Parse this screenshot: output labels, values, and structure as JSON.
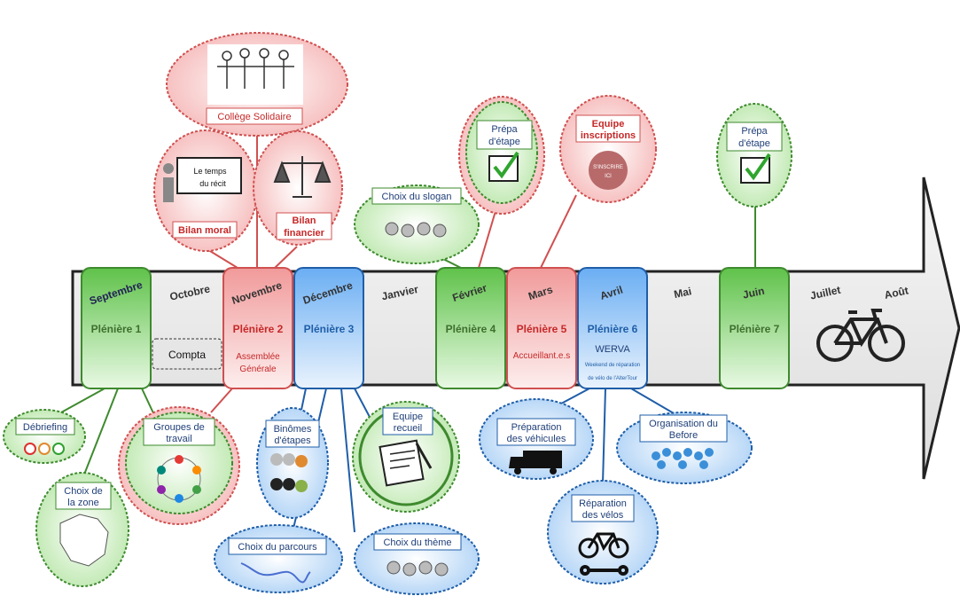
{
  "months": {
    "sep": "Septembre",
    "oct": "Octobre",
    "nov": "Novembre",
    "dec": "Décembre",
    "jan": "Janvier",
    "feb": "Février",
    "mar": "Mars",
    "apr": "Avril",
    "may": "Mai",
    "jun": "Juin",
    "jul": "Juillet",
    "aug": "Août"
  },
  "plenieres": {
    "p1": "Plénière 1",
    "p2": "Plénière 2",
    "p3": "Plénière 3",
    "p4": "Plénière 4",
    "p5": "Plénière 5",
    "p6": "Plénière 6",
    "p7": "Plénière 7"
  },
  "sublabels": {
    "compta": "Compta",
    "ag_line1": "Assemblée",
    "ag_line2": "Générale",
    "accueil": "Accueillant.e.s",
    "werva": "WERVA",
    "werva_desc1": "Weekend de réparation",
    "werva_desc2": "de vélo de l'AlterTour"
  },
  "bubbles": {
    "college": "Collège Solidaire",
    "bilan_moral": "Bilan moral",
    "bilan_fin1": "Bilan",
    "bilan_fin2": "financier",
    "board1": "Le temps",
    "board2": "du récit",
    "slogan": "Choix du slogan",
    "prepa_feb1": "Prépa",
    "prepa_feb2": "d'étape",
    "equipe_insc1": "Equipe",
    "equipe_insc2": "inscriptions",
    "inscrire1": "S'INSCRIRE",
    "inscrire2": "ICI",
    "prepa_jun1": "Prépa",
    "prepa_jun2": "d'étape",
    "debriefing": "Débriefing",
    "choix_zone1": "Choix de",
    "choix_zone2": "la zone",
    "groupes1": "Groupes de",
    "groupes2": "travail",
    "binomes1": "Binômes",
    "binomes2": "d'étapes",
    "equipe_rec1": "Equipe",
    "equipe_rec2": "recueil",
    "parcours": "Choix du parcours",
    "theme": "Choix du thème",
    "prep_veh1": "Préparation",
    "prep_veh2": "des véhicules",
    "rep_velos1": "Réparation",
    "rep_velos2": "des vélos",
    "org_before1": "Organisation du",
    "org_before2": "Before"
  },
  "colors": {
    "green": "#7fd36b",
    "green_dark": "#3e8a2e",
    "red": "#f4a6a6",
    "red_dark": "#d05050",
    "blue": "#8ec1f5",
    "blue_dark": "#1f5ea8",
    "arrow": "#ececec"
  },
  "icons": [
    "people-icon",
    "teacher-board-icon",
    "balance-scale-icon",
    "checkmark-icon",
    "smiley-faces-icon",
    "france-map-icon",
    "team-circle-icon",
    "figures-icon",
    "notepad-icon",
    "route-map-icon",
    "question-faces-icon",
    "truck-icon",
    "bicycle-icon",
    "wrench-icon",
    "gears-icon"
  ]
}
